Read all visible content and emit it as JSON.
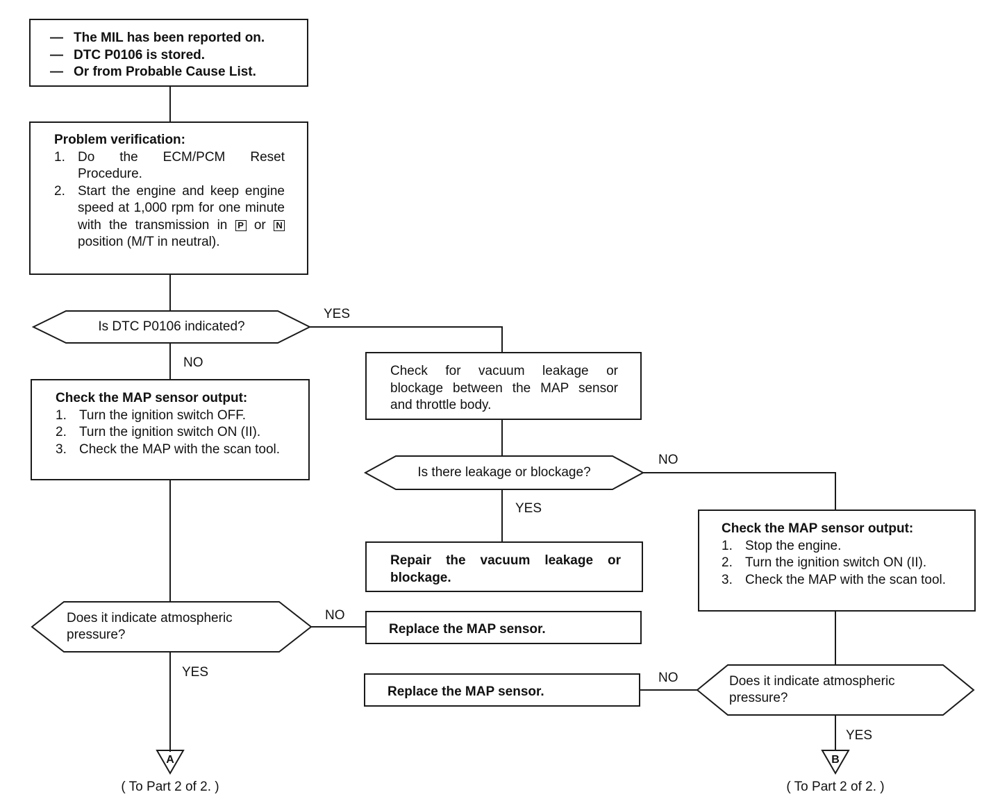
{
  "start_box": {
    "lines": [
      "The MIL has been reported on.",
      "DTC P0106 is stored.",
      "Or from Probable Cause List."
    ]
  },
  "verify_box": {
    "title": "Problem verification:",
    "step1_num": "1.",
    "step1": "Do the ECM/PCM Reset Procedure.",
    "step2_num": "2.",
    "step2_a": "Start the engine and keep engine speed at 1,000 rpm for one minute with the transmission in",
    "key_p": "P",
    "step2_or": "or",
    "key_n": "N",
    "step2_b": "position (M/T in neutral)."
  },
  "decision1": {
    "text": "Is DTC P0106 indicated?",
    "yes": "YES",
    "no": "NO"
  },
  "check_map1": {
    "title": "Check the MAP sensor output:",
    "steps": [
      {
        "num": "1.",
        "text": "Turn the ignition switch OFF."
      },
      {
        "num": "2.",
        "text": "Turn the ignition switch ON (II)."
      },
      {
        "num": "3.",
        "text": "Check the MAP with the scan tool."
      }
    ]
  },
  "decision2": {
    "text": "Does it indicate atmospheric pressure?",
    "no": "NO",
    "yes": "YES"
  },
  "replace1": {
    "text": "Replace the MAP sensor."
  },
  "vacuum_box": {
    "text": "Check for vacuum leakage or blockage between the MAP sensor and throttle body."
  },
  "decision3": {
    "text": "Is there leakage or blockage?",
    "no": "NO",
    "yes": "YES"
  },
  "repair_box": {
    "text": "Repair the vacuum leakage or blockage."
  },
  "check_map2": {
    "title": "Check the MAP sensor output:",
    "steps": [
      {
        "num": "1.",
        "text": "Stop the engine."
      },
      {
        "num": "2.",
        "text": "Turn the ignition switch ON (II)."
      },
      {
        "num": "3.",
        "text": "Check the MAP with the scan tool."
      }
    ]
  },
  "decision4": {
    "text": "Does it indicate atmospheric pressure?",
    "no": "NO",
    "yes": "YES"
  },
  "replace2": {
    "text": "Replace the MAP sensor."
  },
  "connector_a": {
    "letter": "A",
    "caption": "( To Part 2 of 2. )"
  },
  "connector_b": {
    "letter": "B",
    "caption": "( To Part 2 of 2. )"
  }
}
